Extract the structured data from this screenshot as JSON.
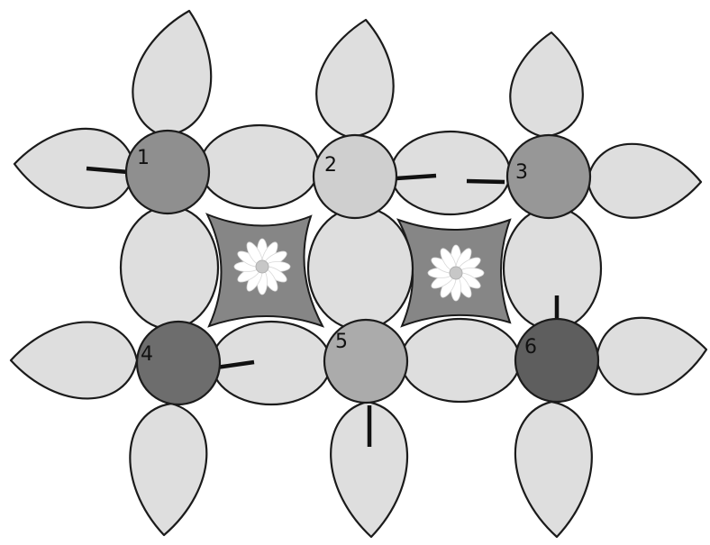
{
  "colors": {
    "background": "#ffffff",
    "petal_fill": "#dedede",
    "gap_fill": "#868686",
    "daisy_petal": "#ffffff",
    "daisy_center": "#c7c7c7",
    "outline": "#1b1b1b"
  },
  "flowers": [
    {
      "number": "1",
      "center_fill": "#8f8f8f",
      "pointer": "left"
    },
    {
      "number": "2",
      "center_fill": "#cfcfcf",
      "pointer": "right"
    },
    {
      "number": "3",
      "center_fill": "#979797",
      "pointer": "left"
    },
    {
      "number": "4",
      "center_fill": "#6d6d6d",
      "pointer": "right"
    },
    {
      "number": "5",
      "center_fill": "#ababab",
      "pointer": "down"
    },
    {
      "number": "6",
      "center_fill": "#5e5e5e",
      "pointer": "up"
    }
  ],
  "daisies": [
    {
      "name": "daisy-left"
    },
    {
      "name": "daisy-right"
    }
  ]
}
